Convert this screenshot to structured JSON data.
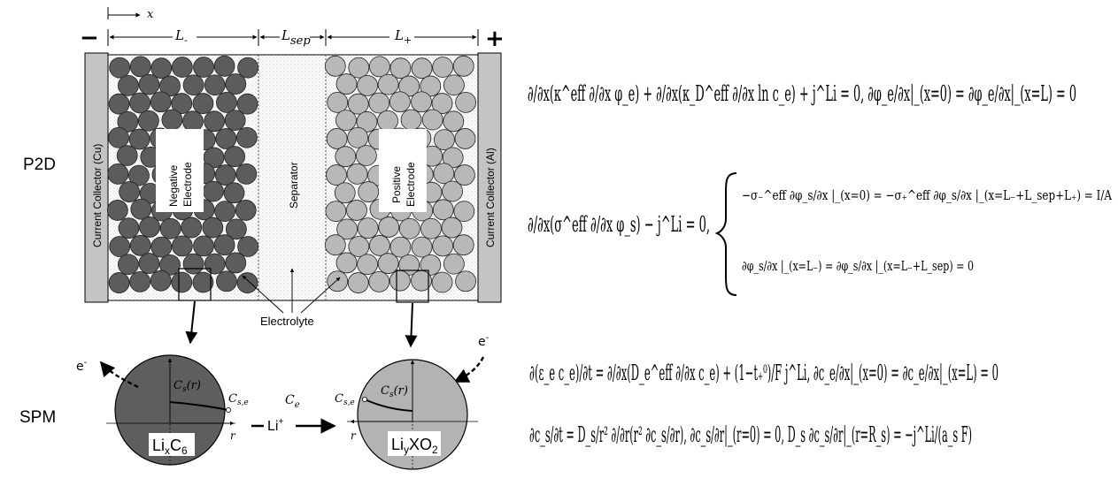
{
  "labels": {
    "p2d": "P2D",
    "spm": "SPM",
    "minus": "−",
    "plus": "+",
    "x_axis": "x",
    "l_minus": "L",
    "l_minus_sub": "-",
    "l_sep": "L",
    "l_sep_sub": "sep",
    "l_plus": "L",
    "l_plus_sub": "+",
    "collector_cu": "Current Collector (Cu)",
    "collector_al": "Current Collector (Al)",
    "negative_line1": "Negative",
    "negative_line2": "Electrode",
    "separator": "Separator",
    "positive_line1": "Positive",
    "positive_line2": "Electrode",
    "electrolyte": "Electrolyte",
    "electron": "e",
    "electron_sup": "-",
    "cs_r_left": "C",
    "cs_r_left_sub": "s",
    "cs_r_left_arg": "(r)",
    "cse_left": "C",
    "cse_left_sub": "s,e",
    "ce": "C",
    "ce_sub": "e",
    "li_ion": "Li",
    "li_ion_sup": "+",
    "cs_r_right": "C",
    "cs_r_right_sub": "s",
    "cs_r_right_arg": "(r)",
    "cse_right": "C",
    "cse_right_sub": "s,e",
    "r_left": "r",
    "r_right": "r",
    "lixc6_a": "Li",
    "lixc6_b": "x",
    "lixc6_c": "C",
    "lixc6_d": "6",
    "liyxo2_a": "Li",
    "liyxo2_b": "y",
    "liyxo2_c": "XO",
    "liyxo2_d": "2"
  },
  "equations": {
    "eq1": "∂/∂x(κ^eff ∂/∂x φ_e) + ∂/∂x(κ_D^eff ∂/∂x ln c_e) + j^Li = 0,  ∂φ_e/∂x|_(x=0) = ∂φ_e/∂x|_(x=L) = 0",
    "eq2_main": "∂/∂x(σ^eff ∂/∂x φ_s) − j^Li = 0,",
    "eq2_bc1": "−σ₋^eff ∂φ_s/∂x |_(x=0) = −σ₊^eff ∂φ_s/∂x |_(x=L₋+L_sep+L₊) = I/A",
    "eq2_bc2": "∂φ_s/∂x |_(x=L₋) = ∂φ_s/∂x |_(x=L₋+L_sep) = 0",
    "eq3": "∂(ε_e c_e)/∂t = ∂/∂x(D_e^eff ∂/∂x c_e) + (1−t₊⁰)/F j^Li,  ∂c_e/∂x|_(x=0) = ∂c_e/∂x|_(x=L) = 0",
    "eq4": "∂c_s/∂t = D_s/r² ∂/∂r(r² ∂c_s/∂r),  ∂c_s/∂r|_(r=0) = 0,   D_s ∂c_s/∂r|_(r=R_s) = −j^Li/(a_s F)"
  }
}
